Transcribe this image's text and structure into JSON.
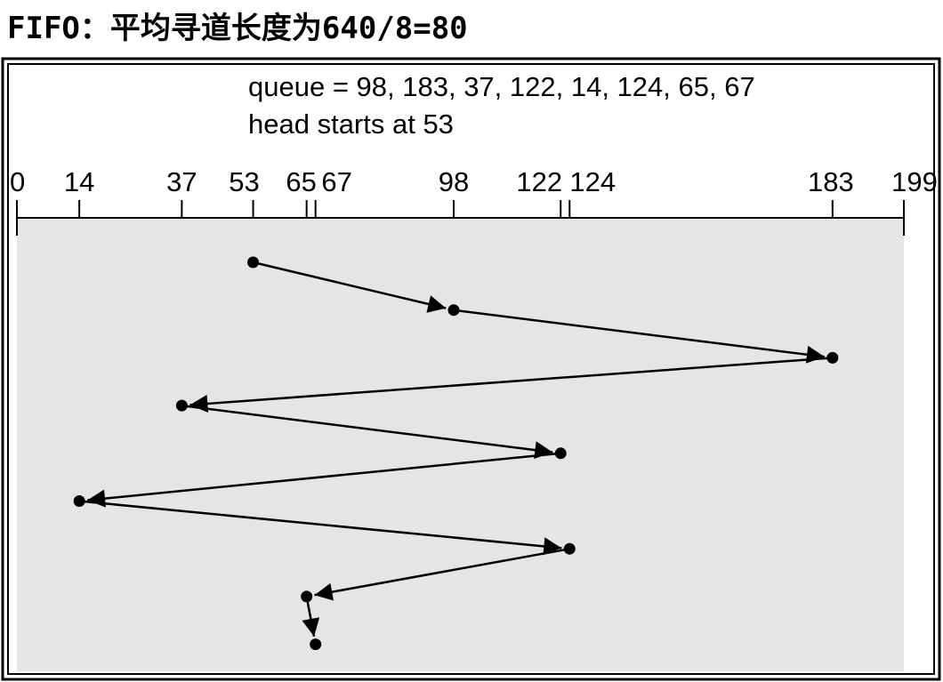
{
  "title": "FIFO：平均寻道长度为640/8=80",
  "queue_text": "queue = 98, 183, 37, 122, 14, 124, 65, 67",
  "head_text": "head starts at 53",
  "axis": {
    "min": 0,
    "max": 199,
    "tick_labels": [
      "0",
      "14",
      "37",
      "53",
      "65",
      "67",
      "98",
      "122",
      "124",
      "183",
      "199"
    ],
    "tick_values": [
      0,
      14,
      37,
      53,
      65,
      67,
      98,
      122,
      124,
      183,
      199
    ]
  },
  "head_start": 53,
  "sequence": [
    53,
    98,
    183,
    37,
    122,
    14,
    124,
    65,
    67
  ],
  "colors": {
    "area": "#e5e5e5",
    "line": "#000000",
    "border": "#000000",
    "background": "#ffffff"
  }
}
